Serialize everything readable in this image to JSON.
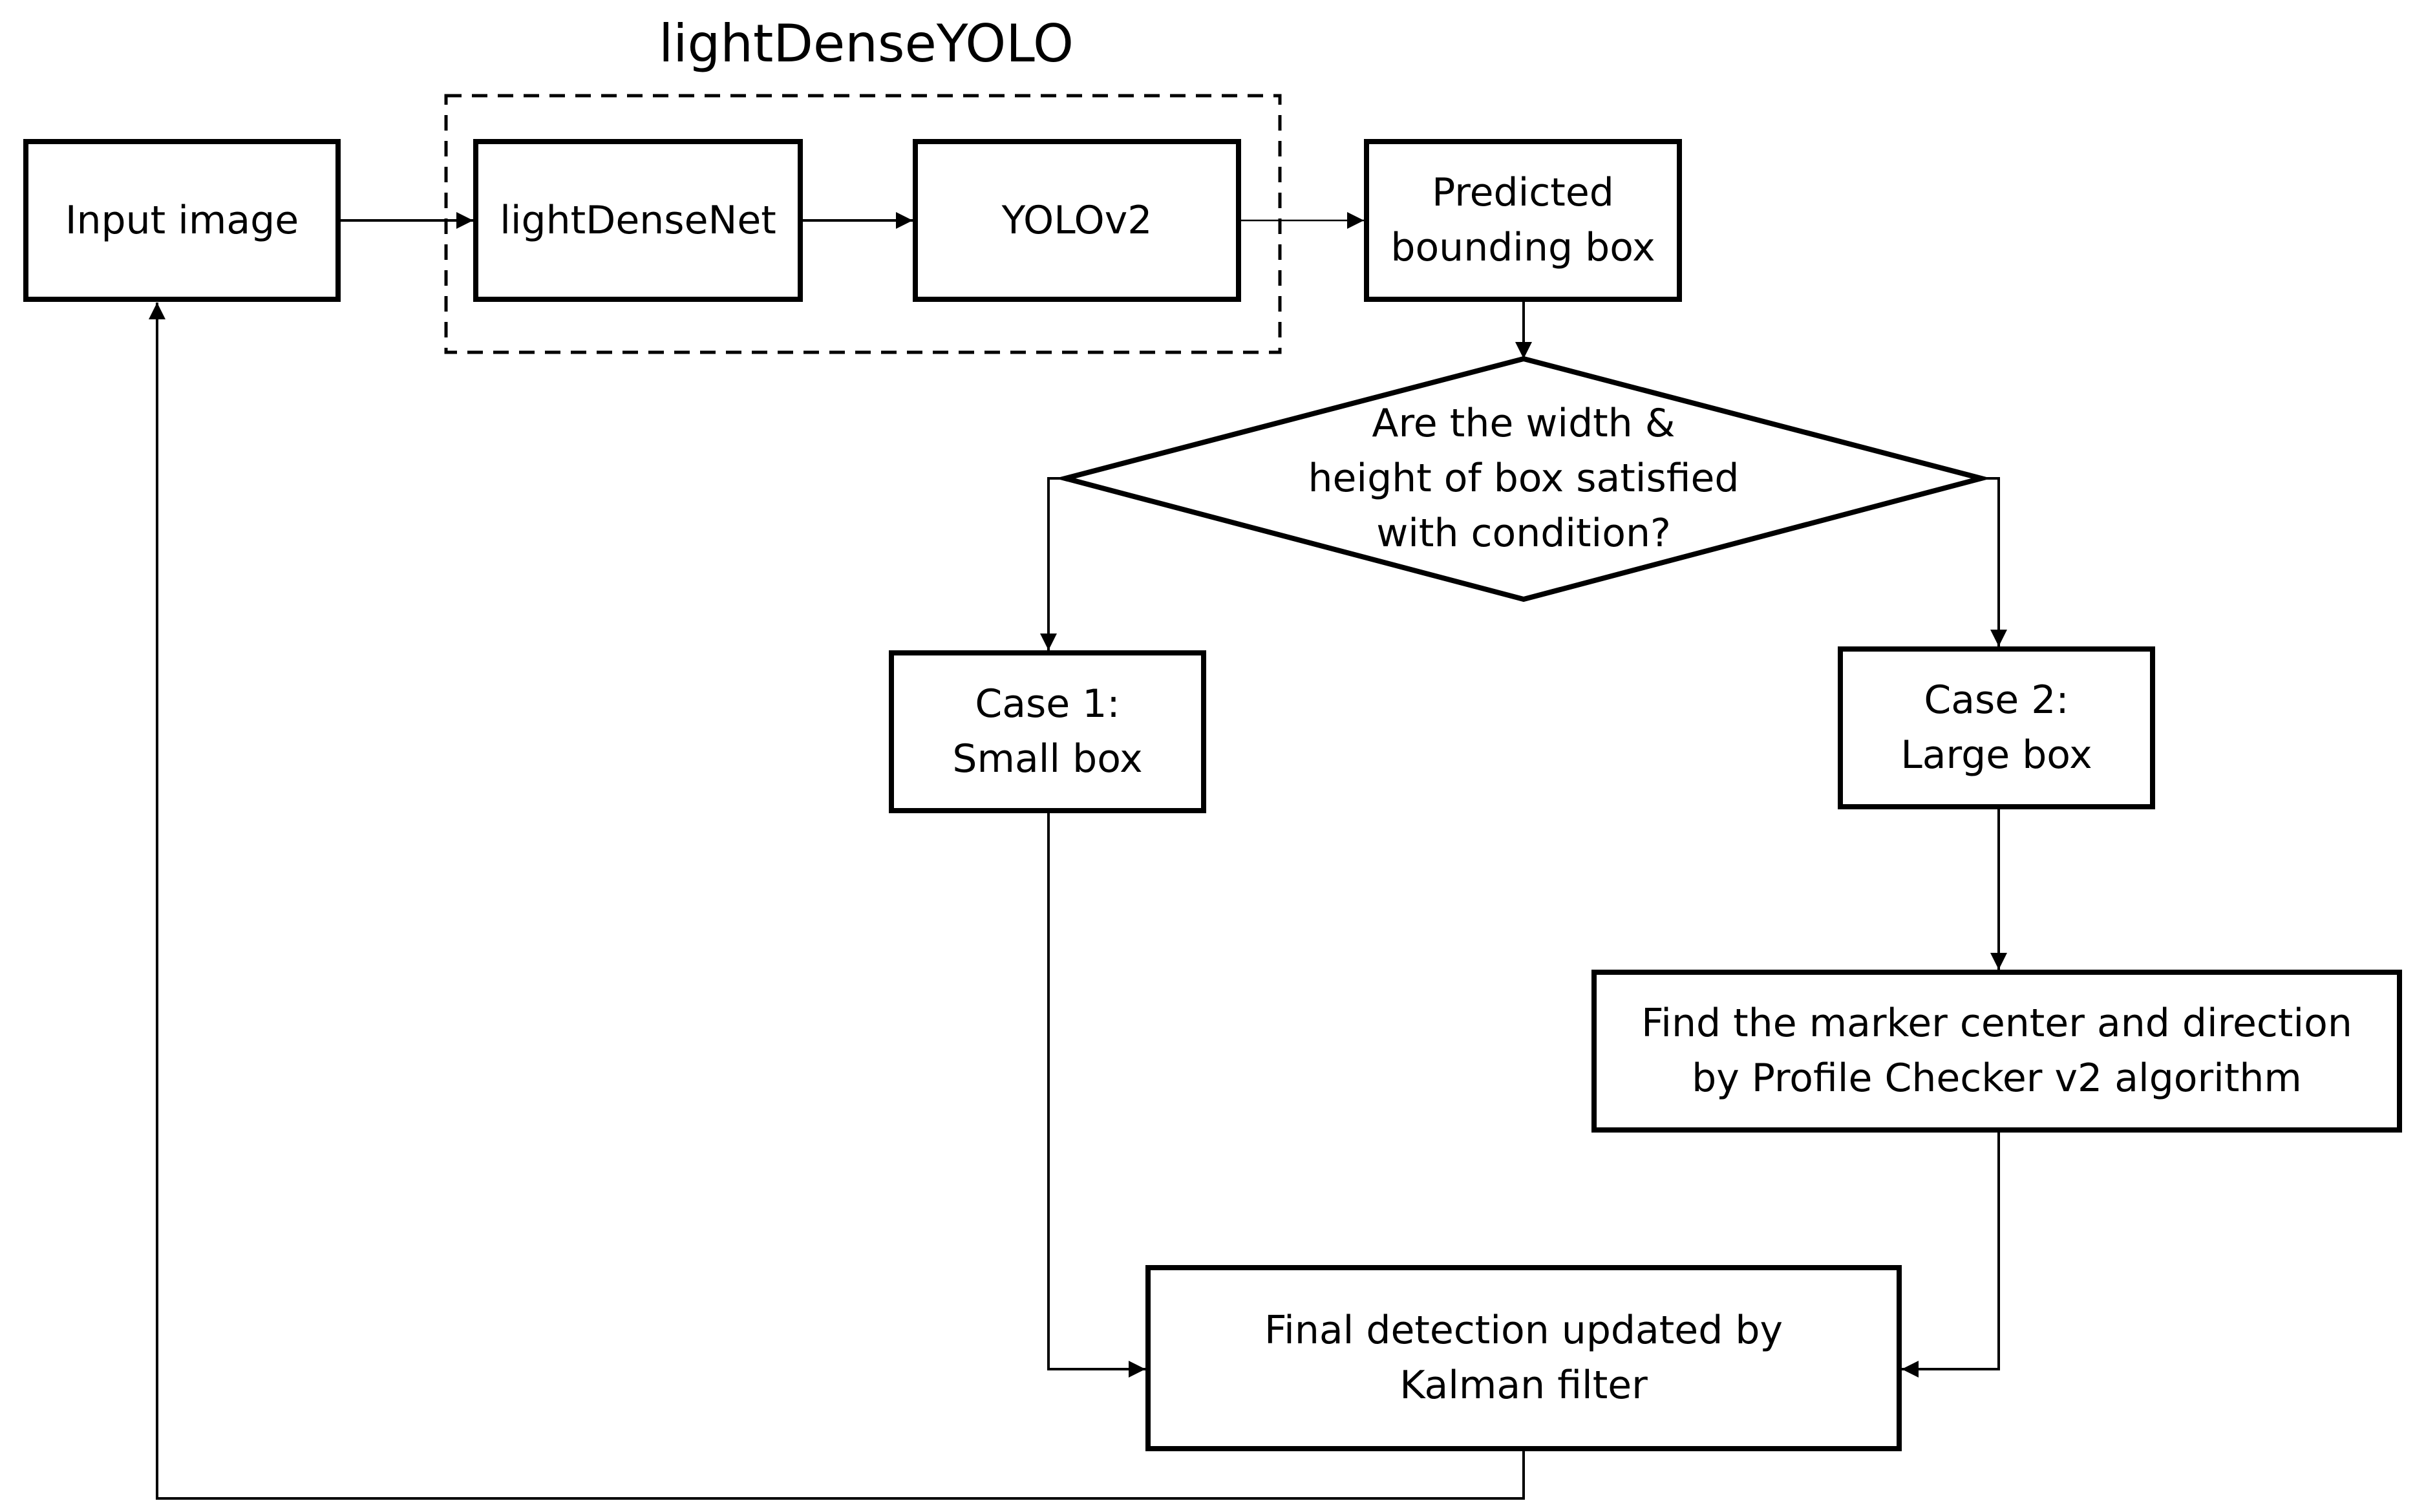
{
  "diagram": {
    "group": {
      "title": "lightDenseYOLO"
    },
    "nodes": {
      "input": {
        "label": "Input image"
      },
      "lightdensenet": {
        "label": "lightDenseNet"
      },
      "yolo": {
        "label": "YOLOv2"
      },
      "predicted": {
        "lines": [
          "Predicted",
          "bounding box"
        ]
      },
      "decision": {
        "lines": [
          "Are the width &",
          "height of box satisfied",
          "with condition?"
        ]
      },
      "case1": {
        "lines": [
          "Case 1:",
          "Small box"
        ]
      },
      "case2": {
        "lines": [
          "Case 2:",
          "Large box"
        ]
      },
      "profile": {
        "lines": [
          "Find the marker center and direction",
          "by Profile Checker v2 algorithm"
        ]
      },
      "final": {
        "lines": [
          "Final detection updated by",
          "Kalman filter"
        ]
      }
    },
    "colors": {
      "stroke": "#000000",
      "background": "#ffffff"
    }
  }
}
